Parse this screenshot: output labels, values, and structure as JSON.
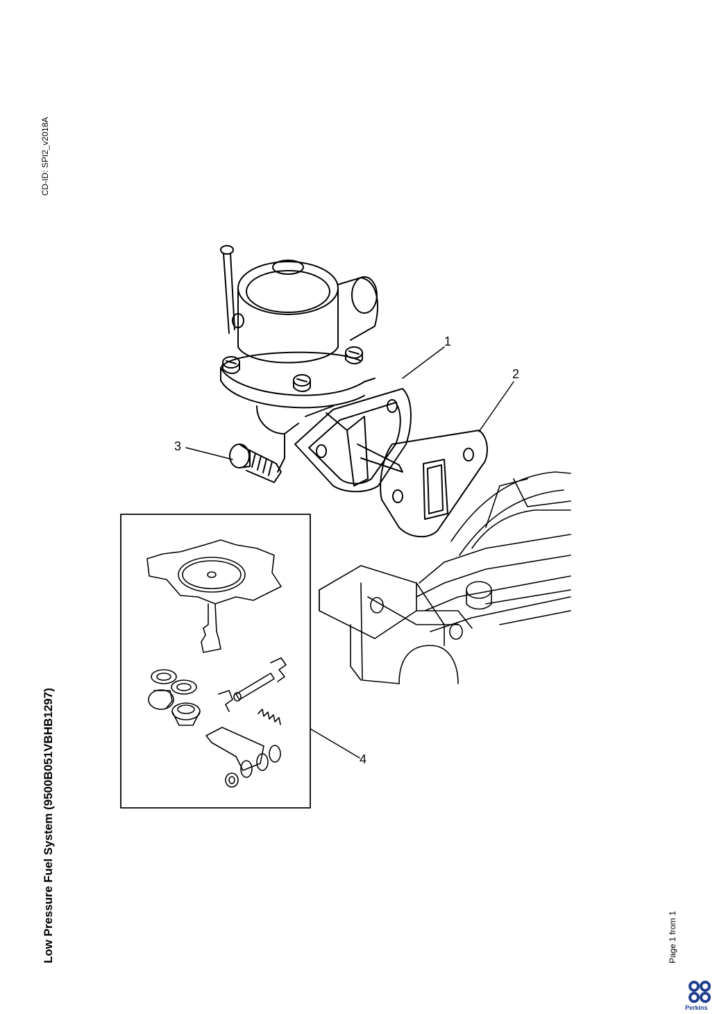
{
  "document": {
    "doc_id": "CD-ID: SPI2_v2018A",
    "title": "Low Pressure Fuel System (9500B051VBHB1297)",
    "page_label": "Page 1 from 1"
  },
  "callouts": [
    {
      "label": "1"
    },
    {
      "label": "2"
    },
    {
      "label": "3"
    },
    {
      "label": "4"
    }
  ],
  "logo": {
    "text": "Perkins",
    "icon": "perkins-logo-icon",
    "color": "#1f3f8f"
  }
}
